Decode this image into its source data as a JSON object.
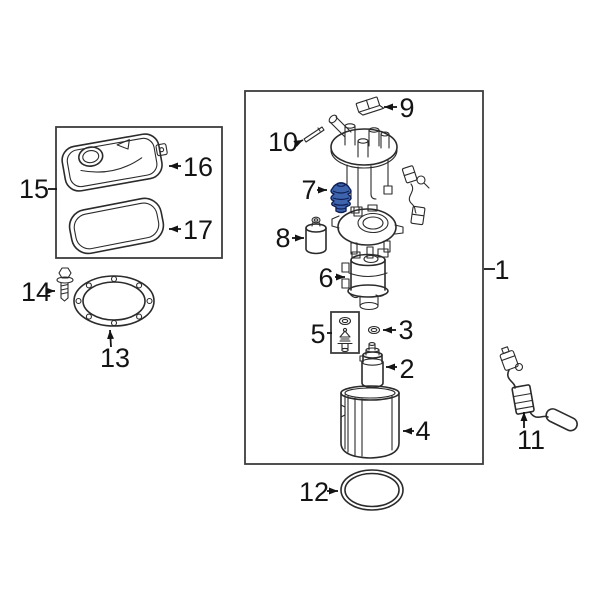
{
  "figure": {
    "kind": "exploded-parts-diagram",
    "background": "#ffffff",
    "line_color": "#2b2b2b",
    "frame_color": "#3c3c3c",
    "label_color": "#141414",
    "highlight": {
      "part": "7",
      "fill": "#3d64ad",
      "stroke": "#0f2057"
    },
    "callouts": [
      {
        "id": "1",
        "label": "1"
      },
      {
        "id": "2",
        "label": "2"
      },
      {
        "id": "3",
        "label": "3"
      },
      {
        "id": "4",
        "label": "4"
      },
      {
        "id": "5",
        "label": "5"
      },
      {
        "id": "6",
        "label": "6"
      },
      {
        "id": "7",
        "label": "7"
      },
      {
        "id": "8",
        "label": "8"
      },
      {
        "id": "9",
        "label": "9"
      },
      {
        "id": "10",
        "label": "10"
      },
      {
        "id": "11",
        "label": "11"
      },
      {
        "id": "12",
        "label": "12"
      },
      {
        "id": "13",
        "label": "13"
      },
      {
        "id": "14",
        "label": "14"
      },
      {
        "id": "15",
        "label": "15"
      },
      {
        "id": "16",
        "label": "16"
      },
      {
        "id": "17",
        "label": "17"
      }
    ]
  }
}
